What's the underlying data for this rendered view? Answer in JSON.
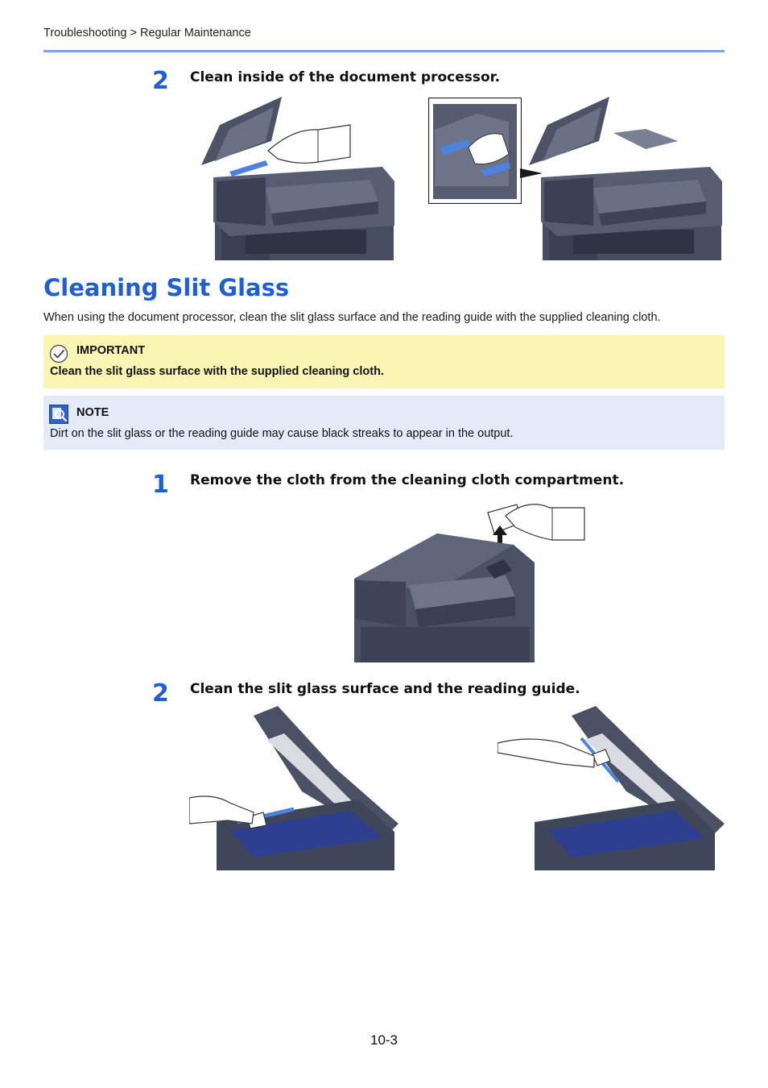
{
  "header": {
    "breadcrumb": "Troubleshooting > Regular Maintenance"
  },
  "top_step": {
    "number": "2",
    "text": "Clean inside of the document processor."
  },
  "section": {
    "title": "Cleaning Slit Glass",
    "intro": "When using the document processor, clean the slit glass surface and the reading guide with the supplied cleaning cloth."
  },
  "important": {
    "heading": "IMPORTANT",
    "text": "Clean the slit glass surface with the supplied cleaning cloth.",
    "icon": "check-circle-icon"
  },
  "note": {
    "heading": "NOTE",
    "text": "Dirt on the slit glass or the reading guide may cause black streaks to appear in the output.",
    "icon": "magnifier-note-icon"
  },
  "steps": [
    {
      "number": "1",
      "text": "Remove the cloth from the cleaning cloth compartment."
    },
    {
      "number": "2",
      "text": "Clean the slit glass surface and the reading guide."
    }
  ],
  "colors": {
    "accent": "#1f5fd6",
    "rule": "#7ea3e0",
    "important_bg": "#fbf5b4",
    "note_bg": "#e3ebf8",
    "printer_dark": "#3c4255",
    "printer_mid": "#5a6072",
    "glass_blue": "#2e3f8f"
  },
  "footer": {
    "page_number": "10-3"
  }
}
